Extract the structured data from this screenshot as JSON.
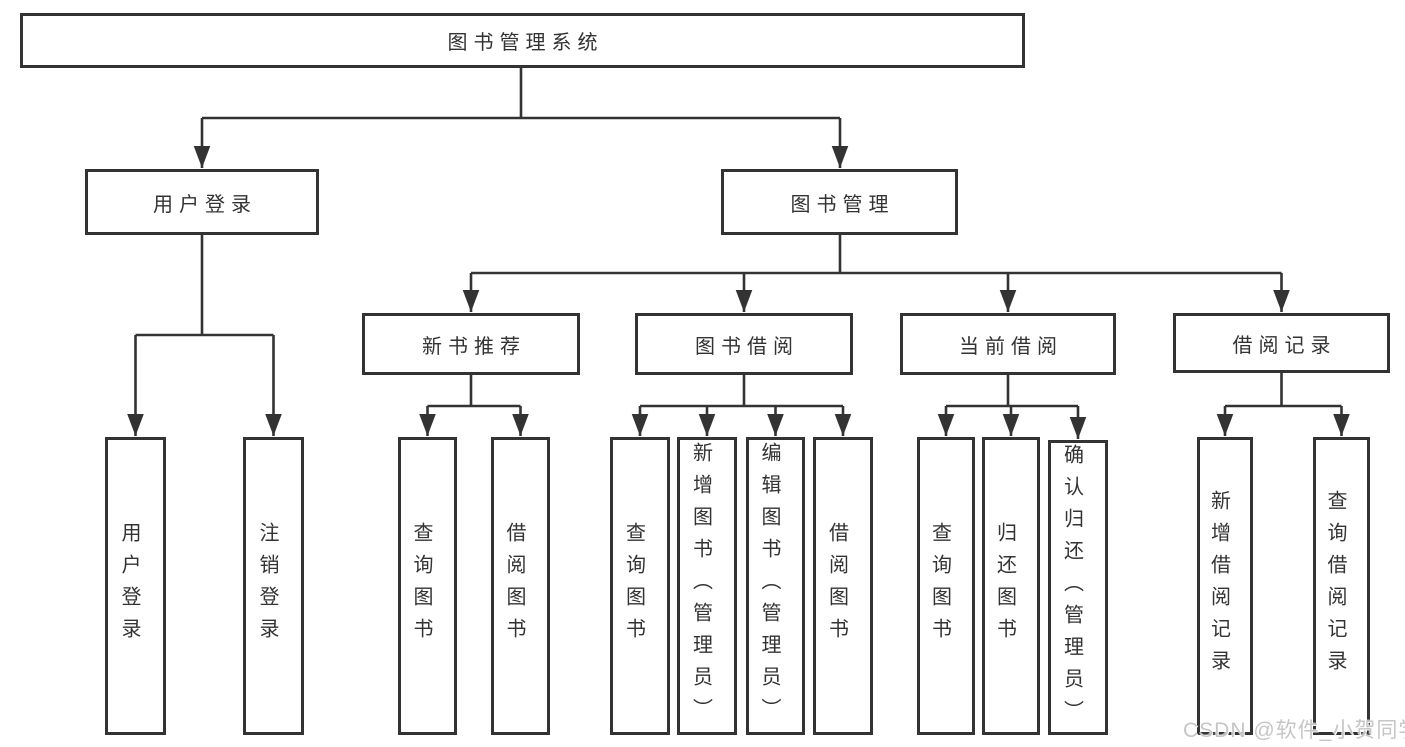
{
  "nodes": {
    "root": {
      "label": "图书管理系统"
    },
    "user_login": {
      "label": "用户登录"
    },
    "book_mgmt": {
      "label": "图书管理"
    },
    "new_book_rec": {
      "label": "新书推荐"
    },
    "book_borrow": {
      "label": "图书借阅"
    },
    "current_borrow": {
      "label": "当前借阅"
    },
    "borrow_records": {
      "label": "借阅记录"
    },
    "leaf_user_login": {
      "label": "用户登录"
    },
    "leaf_logout": {
      "label": "注销登录"
    },
    "leaf_query_books_1": {
      "label": "查询图书"
    },
    "leaf_borrow_books_1": {
      "label": "借阅图书"
    },
    "leaf_query_books_2": {
      "label": "查询图书"
    },
    "leaf_add_books": {
      "label": "新增图书（管理员）"
    },
    "leaf_edit_books": {
      "label": "编辑图书（管理员）"
    },
    "leaf_borrow_books_2": {
      "label": "借阅图书"
    },
    "leaf_query_books_3": {
      "label": "查询图书"
    },
    "leaf_return_books": {
      "label": "归还图书"
    },
    "leaf_confirm_return": {
      "label": "确认归还（管理员）"
    },
    "leaf_add_borrow_record": {
      "label": "新增借阅记录"
    },
    "leaf_query_borrow_record": {
      "label": "查询借阅记录"
    }
  },
  "edges": [
    [
      "root",
      "user_login"
    ],
    [
      "root",
      "book_mgmt"
    ],
    [
      "user_login",
      "leaf_user_login"
    ],
    [
      "user_login",
      "leaf_logout"
    ],
    [
      "book_mgmt",
      "new_book_rec"
    ],
    [
      "book_mgmt",
      "book_borrow"
    ],
    [
      "book_mgmt",
      "current_borrow"
    ],
    [
      "book_mgmt",
      "borrow_records"
    ],
    [
      "new_book_rec",
      "leaf_query_books_1"
    ],
    [
      "new_book_rec",
      "leaf_borrow_books_1"
    ],
    [
      "book_borrow",
      "leaf_query_books_2"
    ],
    [
      "book_borrow",
      "leaf_add_books"
    ],
    [
      "book_borrow",
      "leaf_edit_books"
    ],
    [
      "book_borrow",
      "leaf_borrow_books_2"
    ],
    [
      "current_borrow",
      "leaf_query_books_3"
    ],
    [
      "current_borrow",
      "leaf_return_books"
    ],
    [
      "current_borrow",
      "leaf_confirm_return"
    ],
    [
      "borrow_records",
      "leaf_add_borrow_record"
    ],
    [
      "borrow_records",
      "leaf_query_borrow_record"
    ]
  ],
  "watermark": {
    "text": "CSDN @软件_小贺同学"
  },
  "colors": {
    "stroke": "#333333",
    "border": "#333333",
    "text": "#333333",
    "background": "#ffffff",
    "watermark": "#c6c6c6"
  }
}
